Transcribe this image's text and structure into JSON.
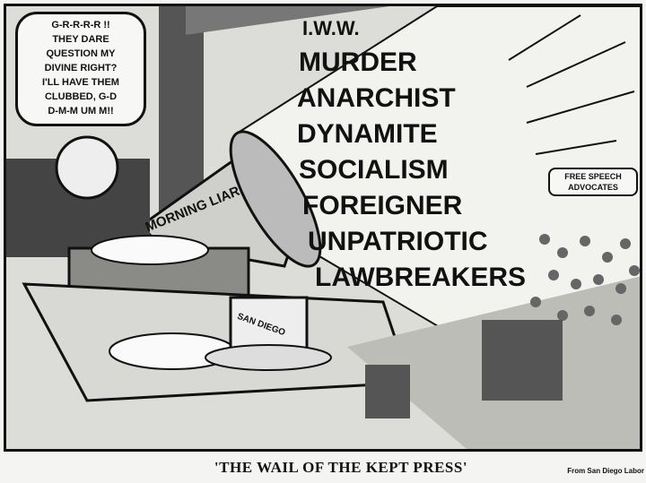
{
  "cartoon": {
    "speech_bubble": [
      "G-R-R-R-R !!",
      "THEY DARE",
      "QUESTION MY",
      "DIVINE RIGHT?",
      "I'LL HAVE THEM",
      "CLUBBED, G-D",
      "D-M-M UM M!!"
    ],
    "horn_label": "MORNING LIAR",
    "epithets": [
      "I.W.W.",
      "MURDER",
      "ANARCHIST",
      "DYNAMITE",
      "SOCIALISM",
      "FOREIGNER",
      "UNPATRIOTIC",
      "LAWBREAKERS"
    ],
    "crowd_label": "FREE SPEECH ADVOCATES",
    "hat_label": "SAN DIEGO",
    "caption": "'THE WAIL OF THE KEPT PRESS'",
    "credit": "From San Diego Labor"
  }
}
